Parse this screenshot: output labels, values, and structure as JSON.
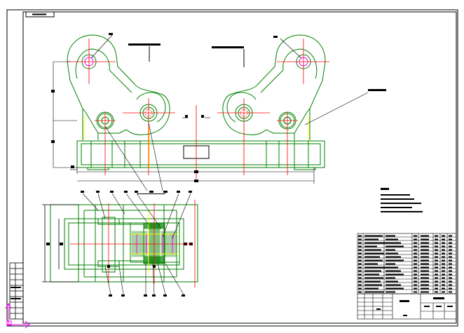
{
  "colors": {
    "background": "#ffffff",
    "frame": "#000000",
    "part_outline": "#008000",
    "centerline": "#ff0000",
    "hidden_detail": "#ffff00",
    "section_fill": "#008000",
    "bushing": "#ff00ff",
    "ucs_icon": "#ff00ff"
  },
  "sheet": {
    "title_tag": "",
    "icons": [
      "ucs-axis-icon"
    ]
  },
  "front_view": {
    "name": "front-view",
    "components": [
      "left-roller-arm",
      "right-roller-arm",
      "left-roller",
      "right-roller",
      "base-frame",
      "left-pivot",
      "right-pivot"
    ]
  },
  "plan_view": {
    "name": "plan-view",
    "components": [
      "bearing-housing",
      "roller-shaft",
      "support-bracket"
    ]
  },
  "notes_block": {
    "line_count": 5
  },
  "parts_list": {
    "row_count": 18
  },
  "title_block": {
    "cells": 12
  }
}
